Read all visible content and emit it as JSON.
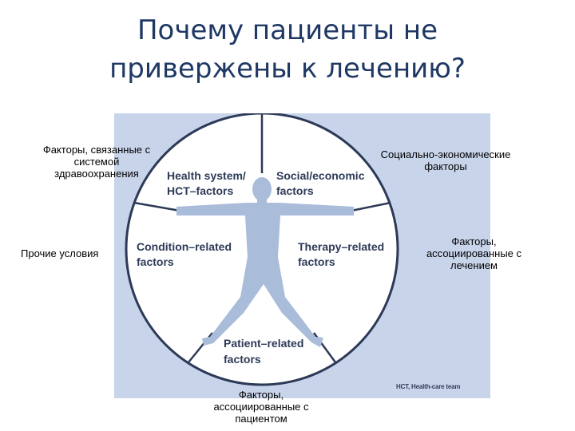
{
  "title": {
    "line1": "Почему пациенты не",
    "line2": "привержены к лечению?"
  },
  "diagram": {
    "sectors": {
      "health_system": {
        "line1": "Health system/",
        "line2": "HCT–factors"
      },
      "social": {
        "line1": "Social/economic",
        "line2": "factors"
      },
      "condition": {
        "line1": "Condition–related",
        "line2": "factors"
      },
      "therapy": {
        "line1": "Therapy–related",
        "line2": "factors"
      },
      "patient": {
        "line1": "Patient–related",
        "line2": "factors"
      }
    },
    "footnote": "HCT, Health-care team",
    "colors": {
      "panel": "#c8d4ea",
      "figure": "#a9bcd9",
      "circle": "#ffffff",
      "outline": "#2d3a57",
      "text": "#2d3a57"
    }
  },
  "captions": {
    "health_system": {
      "line1": "Факторы, связанные с",
      "line2": "системой",
      "line3": "здравоохранения"
    },
    "social": {
      "line1": "Социально-экономические",
      "line2": "факторы"
    },
    "other": "Прочие условия",
    "therapy": {
      "line1": "Факторы,",
      "line2": "ассоциированные с",
      "line3": "лечением"
    },
    "patient": {
      "line1": "Факторы,",
      "line2": "ассоциированные с",
      "line3": "пациентом"
    }
  }
}
